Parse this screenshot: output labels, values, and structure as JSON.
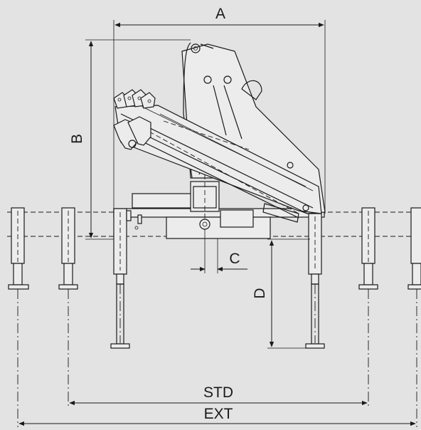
{
  "dimension_labels": {
    "a": "A",
    "b": "B",
    "c": "C",
    "d": "D",
    "std": "STD",
    "ext": "EXT"
  },
  "colors": {
    "background": "#e3e3e3",
    "line": "#1a1a1a"
  }
}
